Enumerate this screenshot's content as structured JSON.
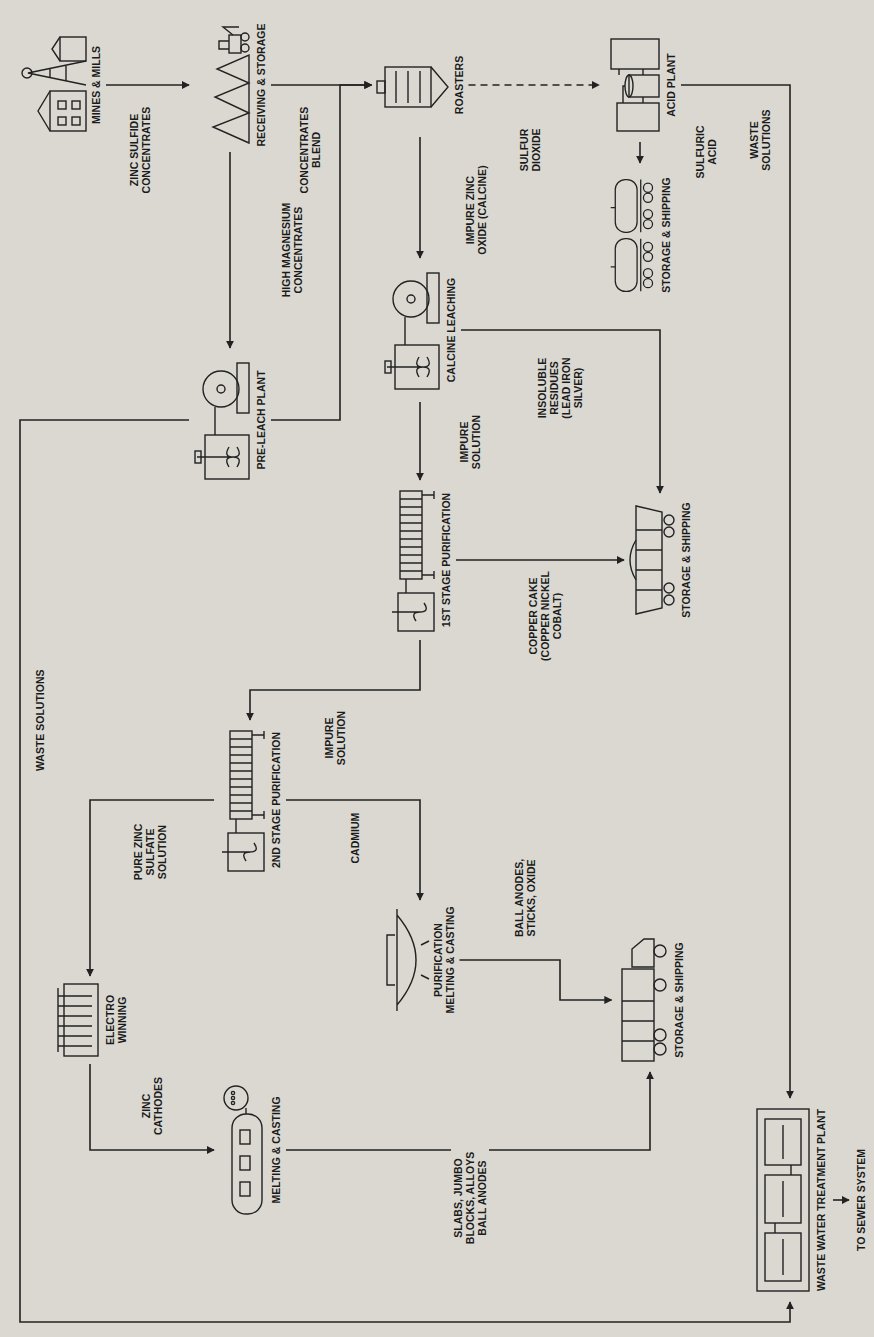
{
  "diagram": {
    "nodes": [
      {
        "text": [
          "MINES & MILLS"
        ]
      },
      {
        "text": [
          "RECEIVING & STORAGE"
        ]
      },
      {
        "text": [
          "PRE-LEACH PLANT"
        ]
      },
      {
        "text": [
          "ROASTERS"
        ]
      },
      {
        "text": [
          "ACID PLANT"
        ]
      },
      {
        "text": [
          "STORAGE & SHIPPING"
        ]
      },
      {
        "text": [
          "CALCINE LEACHING"
        ]
      },
      {
        "text": [
          "STORAGE & SHIPPING"
        ]
      },
      {
        "text": [
          "1ST STAGE PURIFICATION"
        ]
      },
      {
        "text": [
          "2ND STAGE PURIFICATION"
        ]
      },
      {
        "text": [
          "PURIFICATION MELTING & CASTING"
        ]
      },
      {
        "text": [
          "STORAGE & SHIPPING"
        ]
      },
      {
        "text": [
          "ELECTRO WINNING"
        ]
      },
      {
        "text": [
          "MELTING & CASTING"
        ]
      },
      {
        "text": [
          "WASTE WATER TREATMENT PLANT"
        ]
      }
    ],
    "edges": [
      {
        "from": 0,
        "to": 1,
        "label": "ZINC SULFIDE CONCENTRATES",
        "arrow": "to"
      },
      {
        "from": 1,
        "to": 2,
        "label": "HIGH MAGNESIUM CONCENTRATES",
        "arrow": "to"
      },
      {
        "from": 1,
        "to": 3,
        "label": "CONCENTRATES BLEND",
        "arrow": "to"
      },
      {
        "from": 2,
        "to": 3,
        "arrow": "to"
      },
      {
        "from": 2,
        "to": 14,
        "label": "WASTE SOLUTIONS",
        "arrow": "to"
      },
      {
        "from": 3,
        "to": 4,
        "label": "SULFUR DIOXIDE",
        "arrow": "to"
      },
      {
        "from": 4,
        "to": 5,
        "label": "SULFURIC ACID",
        "arrow": "to"
      },
      {
        "from": 4,
        "to": 14,
        "label": "WASTE SOLUTIONS",
        "arrow": "to"
      },
      {
        "from": 3,
        "to": 6,
        "label": "IMPURE ZINC OXIDE (CALCINE)",
        "arrow": "to"
      },
      {
        "from": 6,
        "to": 7,
        "label": "INSOLUBLE RESIDUES (LEAD IRON SILVER)",
        "arrow": "to"
      },
      {
        "from": 6,
        "to": 8,
        "label": "IMPURE SOLUTION",
        "arrow": "to"
      },
      {
        "from": 8,
        "to": 7,
        "label": "COPPER CAKE (COPPER NICKEL COBALT)",
        "arrow": "to"
      },
      {
        "from": 8,
        "to": 9,
        "label": "IMPURE SOLUTION",
        "arrow": "to"
      },
      {
        "from": 9,
        "to": 10,
        "label": "CADMIUM",
        "arrow": "to"
      },
      {
        "from": 10,
        "to": 11,
        "label": "BALL ANODES, STICKS, OXIDE",
        "arrow": "to"
      },
      {
        "from": 9,
        "to": 12,
        "label": "PURE ZINC SULFATE SOLUTION",
        "arrow": "to"
      },
      {
        "from": 12,
        "to": 13,
        "label": "ZINC CATHODES",
        "arrow": "to"
      },
      {
        "from": 13,
        "to": 11,
        "label": "SLABS, JUMBO BLOCKS, ALLOYS BALL ANODES",
        "arrow": "to"
      }
    ],
    "labels": [
      "TO SEWER SYSTEM"
    ]
  }
}
